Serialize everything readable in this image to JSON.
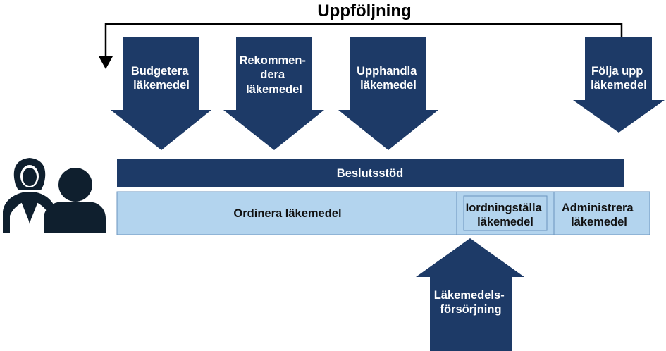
{
  "title": "Uppföljning",
  "colors": {
    "dark_navy": "#1d3a67",
    "light_blue": "#b3d4ee",
    "light_blue_border": "#6b95bf",
    "person_icon": "#0f1f2e",
    "feedback_line": "#000000"
  },
  "top_arrows": [
    {
      "lines": [
        "Budgetera",
        "läkemedel"
      ]
    },
    {
      "lines": [
        "Rekommen-",
        "dera",
        "läkemedel"
      ]
    },
    {
      "lines": [
        "Upphandla",
        "läkemedel"
      ]
    },
    {
      "lines": [
        "Följa upp",
        "läkemedel"
      ]
    }
  ],
  "decision_support_bar": "Beslutsstöd",
  "process_boxes": [
    {
      "lines": [
        "Ordinera läkemedel"
      ]
    },
    {
      "lines": [
        "Iordningställa",
        "läkemedel"
      ]
    },
    {
      "lines": [
        "Administrera",
        "läkemedel"
      ]
    }
  ],
  "bottom_arrow": {
    "lines": [
      "Läkemedels-",
      "försörjning"
    ]
  },
  "icons": [
    "healthcare-professionals-icon"
  ]
}
